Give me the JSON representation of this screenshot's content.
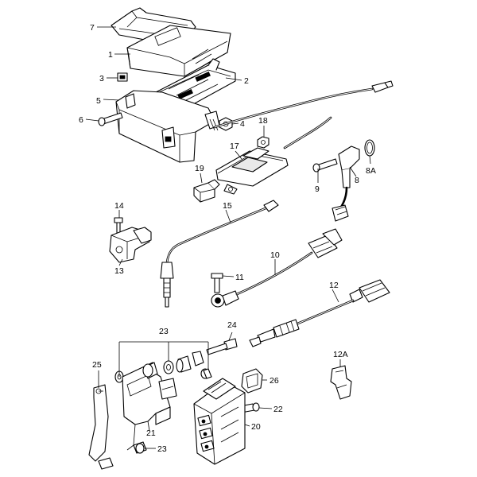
{
  "callouts": {
    "c1": "1",
    "c2": "2",
    "c3": "3",
    "c4": "4",
    "c5": "5",
    "c6": "6",
    "c7": "7",
    "c8": "8",
    "c8a": "8A",
    "c9": "9",
    "c10": "10",
    "c11": "11",
    "c12": "12",
    "c12a": "12A",
    "c13": "13",
    "c14": "14",
    "c15": "15",
    "c17": "17",
    "c18": "18",
    "c19": "19",
    "c20": "20",
    "c21": "21",
    "c22": "22",
    "c23a": "23",
    "c23b": "23",
    "c24": "24",
    "c25": "25",
    "c26": "26"
  },
  "colors": {
    "line": "#000000",
    "background": "#ffffff",
    "shade": "#e9e9e9"
  }
}
